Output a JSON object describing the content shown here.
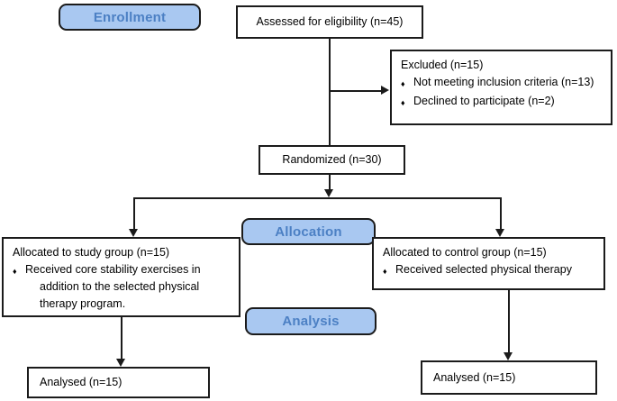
{
  "diagram": {
    "bullet_char": "♦",
    "phases": {
      "enrollment": "Enrollment",
      "allocation": "Allocation",
      "analysis": "Analysis"
    },
    "boxes": {
      "assessed": {
        "text": "Assessed for eligibility (n=45)"
      },
      "excluded": {
        "title": "Excluded (n=15)",
        "bullets": [
          "Not meeting inclusion criteria (n=13)",
          "Declined to participate (n=2)"
        ]
      },
      "randomized": {
        "text": "Randomized (n=30)"
      },
      "study_group": {
        "title": "Allocated to study group (n=15)",
        "bullets": [
          "Received core stability exercises in addition to the selected physical therapy program."
        ]
      },
      "control_group": {
        "title": "Allocated to control group (n=15)",
        "bullets": [
          "Received selected physical therapy"
        ]
      },
      "analysed_study": {
        "text": "Analysed (n=15)"
      },
      "analysed_control": {
        "text": "Analysed (n=15)"
      }
    },
    "colors": {
      "phase_fill": "#a9c8f1",
      "phase_text": "#4c80c4",
      "line": "#1b1b1b",
      "box_fill": "#ffffff",
      "background": "#ffffff"
    }
  }
}
